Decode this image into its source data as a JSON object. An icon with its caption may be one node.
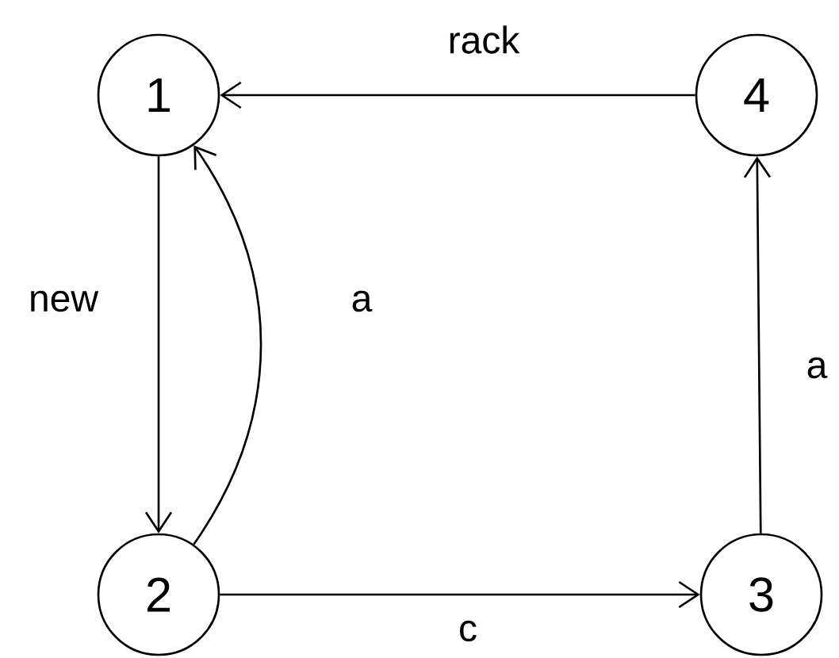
{
  "diagram": {
    "nodes": [
      {
        "text": [
          "1"
        ]
      },
      {
        "text": [
          "4"
        ]
      },
      {
        "text": [
          "2"
        ]
      },
      {
        "text": [
          "3"
        ]
      }
    ],
    "edges": [
      {
        "from": 1,
        "to": 0,
        "arrow": "to",
        "label": "rack"
      },
      {
        "from": 0,
        "to": 2,
        "arrow": "to",
        "label": "new"
      },
      {
        "from": 2,
        "to": 0,
        "arrow": "to",
        "label": "a"
      },
      {
        "from": 2,
        "to": 3,
        "arrow": "to",
        "label": "c"
      },
      {
        "from": 3,
        "to": 1,
        "arrow": "to",
        "label": "a"
      }
    ]
  }
}
